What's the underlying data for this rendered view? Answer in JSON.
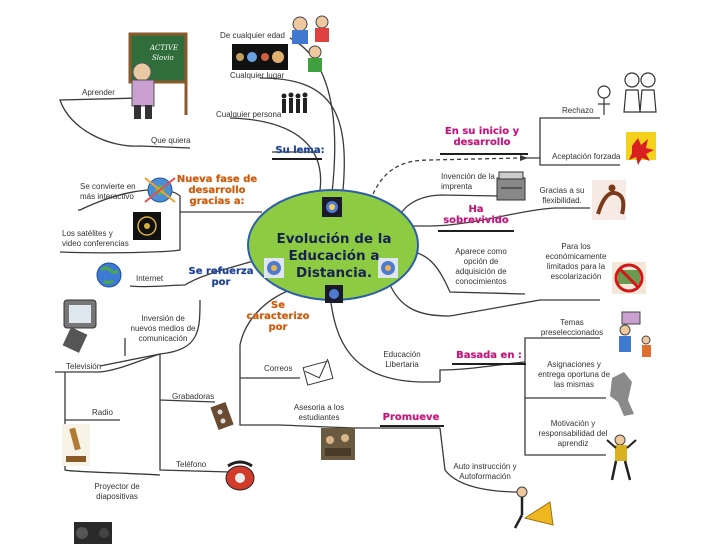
{
  "center": {
    "title": "Evolución de la Educación a Distancia.",
    "fill": "#8dcb43",
    "stroke": "#2d5fa8"
  },
  "branches": {
    "su_lema": "Su lema:",
    "nueva_fase": "Nueva fase de desarrollo gracias a:",
    "se_refuerza": "Se refuerza por",
    "se_caracterizo": "Se caracterizo por",
    "en_su_inicio": "En su inicio y desarrollo",
    "ha_sobrevivido": "Ha sobrevivido",
    "basada_en": "Basada en :",
    "promueve": "Promueve"
  },
  "labels": {
    "de_cualquier_edad": "De  cualquier edad",
    "cualquier_lugar": "Cualquier lugar",
    "cualquier_persona": "Cualquier persona",
    "aprender": "Aprender",
    "que_quiera": "Que quiera",
    "se_convierte": "Se convierte en más interactivo",
    "satelites": "Los satélites y video conferencias",
    "internet": "Internet",
    "invencion_medios": "Inversión de nuevos medios de comunicación",
    "television": "Televisión",
    "grabadoras": "Grabadoras",
    "radio": "Radio",
    "telefono": "Teléfono",
    "proyector": "Proyector de diapositivas",
    "correos": "Correos",
    "asesoria": "Asesoria a los estudiantes",
    "rechazo": "Rechazo",
    "aceptacion": "Aceptación forzada",
    "invencion_imprenta": "Invención de la imprenta",
    "gracias_flexibilidad": "Gracias a su flexibilidad.",
    "aparece_como": "Aparece como opción de adquisición de conocimientos",
    "para_los": "Para los económicamente limitados para la escolarización",
    "educacion_libertaria": "Educación Libertaria",
    "temas": "Temas preseleccionados",
    "asignaciones": "Asignaciones y entrega oportuna de las mismas",
    "motivacion": "Motivación y responsabilidad  del aprendiz",
    "auto_instruccion": "Auto instrucción y Autoformación"
  },
  "pictures": {
    "blackboard_text": "ACTIVE Slovio"
  },
  "icons": {
    "teacher": "teacher-blackboard-icon",
    "students": "students-group-icon",
    "planets": "planets-icon",
    "crowd": "crowd-icon",
    "globe": "globe-network-icon",
    "satellite": "satellite-dish-icon",
    "earth": "earth-icon",
    "tv": "television-icon",
    "recorder": "tape-recorder-icon",
    "microscope": "microscope-icon",
    "phone": "telephone-icon",
    "projector": "projector-icon",
    "envelope": "envelope-icon",
    "meeting": "meeting-photo-icon",
    "stick_figures": "stick-figures-icon",
    "red_splash": "red-splash-icon",
    "printer": "printing-press-icon",
    "gymnast": "flexible-gymnast-icon",
    "no_money": "prohibited-money-icon",
    "teacher_board": "teacher-board-icon",
    "dancing_man": "dancing-man-icon",
    "shadow_figure": "shadow-figure-icon",
    "thinker": "thinker-icon",
    "megaphone": "megaphone-man-icon"
  },
  "colors": {
    "line": "#3a3a3a",
    "pink_heading": "#c0177a",
    "blue_heading": "#1d3f8f",
    "orange_heading": "#c85a0f"
  }
}
